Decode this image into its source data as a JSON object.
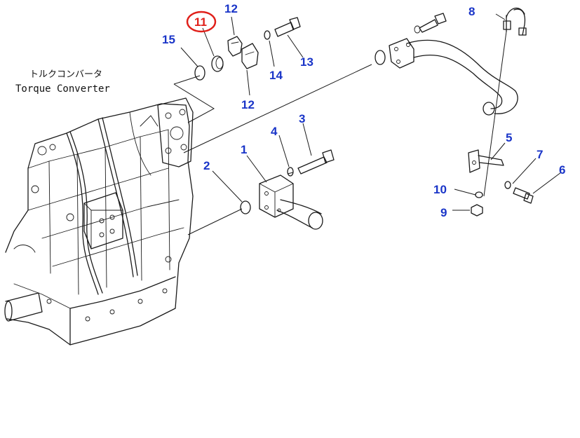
{
  "labels": {
    "torque_converter_jp": "トルクコンバータ",
    "torque_converter_en": "Torque Converter"
  },
  "callouts": [
    {
      "id": "c1",
      "text": "1"
    },
    {
      "id": "c2",
      "text": "2"
    },
    {
      "id": "c3",
      "text": "3"
    },
    {
      "id": "c4",
      "text": "4"
    },
    {
      "id": "c5",
      "text": "5"
    },
    {
      "id": "c6",
      "text": "6"
    },
    {
      "id": "c7",
      "text": "7"
    },
    {
      "id": "c8",
      "text": "8"
    },
    {
      "id": "c9",
      "text": "9"
    },
    {
      "id": "c10",
      "text": "10"
    },
    {
      "id": "c11",
      "text": "11",
      "highlighted": true
    },
    {
      "id": "c12a",
      "text": "12"
    },
    {
      "id": "c12b",
      "text": "12"
    },
    {
      "id": "c13",
      "text": "13"
    },
    {
      "id": "c14",
      "text": "14"
    },
    {
      "id": "c15",
      "text": "15"
    }
  ],
  "colors": {
    "callout": "#1a35c8",
    "highlight": "#e0201a",
    "line": "#1a1a1a"
  }
}
